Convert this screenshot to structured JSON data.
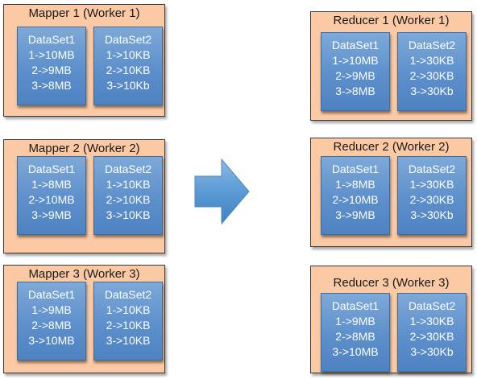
{
  "mappers": [
    {
      "title": "Mapper 1 (Worker 1)",
      "datasets": [
        {
          "name": "DataSet1",
          "entries": [
            "1->10MB",
            "2->9MB",
            "3->8MB"
          ]
        },
        {
          "name": "DataSet2",
          "entries": [
            "1->10KB",
            "2->10KB",
            "3->10Kb"
          ]
        }
      ]
    },
    {
      "title": "Mapper 2 (Worker 2)",
      "datasets": [
        {
          "name": "DataSet1",
          "entries": [
            "1->8MB",
            "2->10MB",
            "3->9MB"
          ]
        },
        {
          "name": "DataSet2",
          "entries": [
            "1->10KB",
            "2->10KB",
            "3->10KB"
          ]
        }
      ]
    },
    {
      "title": "Mapper 3 (Worker 3)",
      "datasets": [
        {
          "name": "DataSet1",
          "entries": [
            "1->9MB",
            "2->8MB",
            "3->10MB"
          ]
        },
        {
          "name": "DataSet2",
          "entries": [
            "1->10KB",
            "2->10KB",
            "3->10KB"
          ]
        }
      ]
    }
  ],
  "reducers": [
    {
      "title": "Reducer 1 (Worker 1)",
      "datasets": [
        {
          "name": "DataSet1",
          "entries": [
            "1->10MB",
            "2->9MB",
            "3->8MB"
          ]
        },
        {
          "name": "DataSet2",
          "entries": [
            "1->30KB",
            "2->30KB",
            "3->30Kb"
          ]
        }
      ]
    },
    {
      "title": "Reducer 2 (Worker 2)",
      "datasets": [
        {
          "name": "DataSet1",
          "entries": [
            "1->8MB",
            "2->10MB",
            "3->9MB"
          ]
        },
        {
          "name": "DataSet2",
          "entries": [
            "1->30KB",
            "2->30KB",
            "3->30Kb"
          ]
        }
      ]
    },
    {
      "title": "Reducer 3 (Worker 3)",
      "datasets": [
        {
          "name": "DataSet1",
          "entries": [
            "1->9MB",
            "2->8MB",
            "3->10MB"
          ]
        },
        {
          "name": "DataSet2",
          "entries": [
            "1->30KB",
            "2->30KB",
            "3->30Kb"
          ]
        }
      ]
    }
  ],
  "arrow": {
    "icon": "right-arrow-icon",
    "color": "#5b9bd5"
  },
  "colors": {
    "worker_fill": "#fbc9a3",
    "dataset_fill": "#5d8fcb",
    "dataset_text": "#ffffff"
  }
}
